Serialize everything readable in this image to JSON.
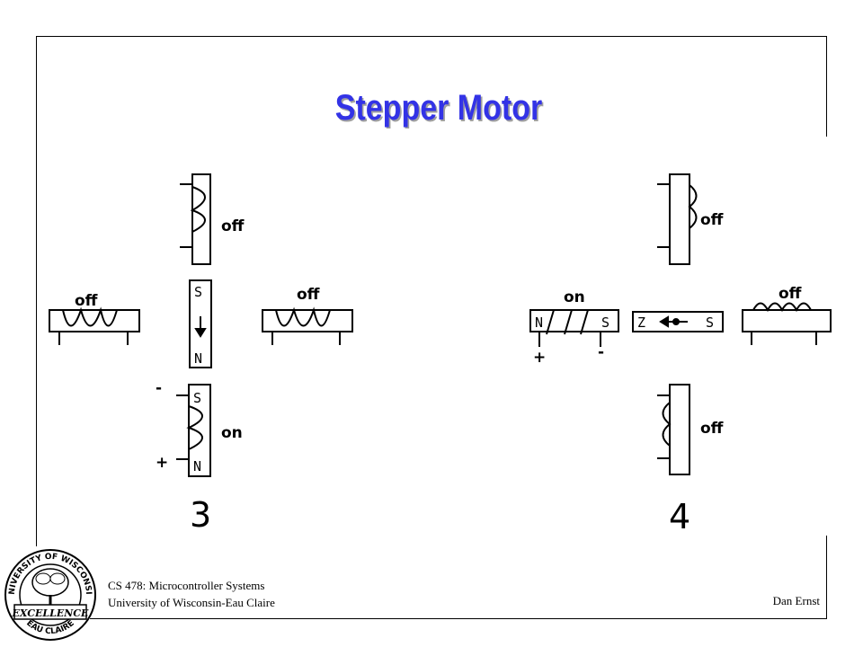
{
  "slide": {
    "title": "Stepper Motor"
  },
  "diagram": {
    "step3": {
      "number": "3",
      "top_coil_state": "off",
      "left_coil_state": "off",
      "right_coil_state": "off",
      "bottom_coil_state": "on",
      "rotor_top_pole": "S",
      "rotor_bottom_pole": "N",
      "bottom_coil_top_pole": "S",
      "bottom_coil_bottom_pole": "N",
      "minus_terminal": "-",
      "plus_terminal": "+"
    },
    "step4": {
      "number": "4",
      "top_coil_state": "off",
      "left_coil_state": "on",
      "right_coil_state": "off",
      "bottom_coil_state": "off",
      "rotor_left_pole": "Z",
      "rotor_right_pole": "S",
      "left_coil_left_pole": "N",
      "left_coil_right_pole": "S",
      "plus_terminal": "+",
      "minus_terminal": "-"
    }
  },
  "footer": {
    "course": "CS 478: Microcontroller Systems",
    "university": "University of Wisconsin-Eau Claire",
    "author": "Dan Ernst"
  },
  "seal": {
    "top_text": "UNIVERSITY OF WISCONSIN",
    "middle_text": "EXCELLENCE",
    "bottom_text": "EAU CLAIRE"
  }
}
